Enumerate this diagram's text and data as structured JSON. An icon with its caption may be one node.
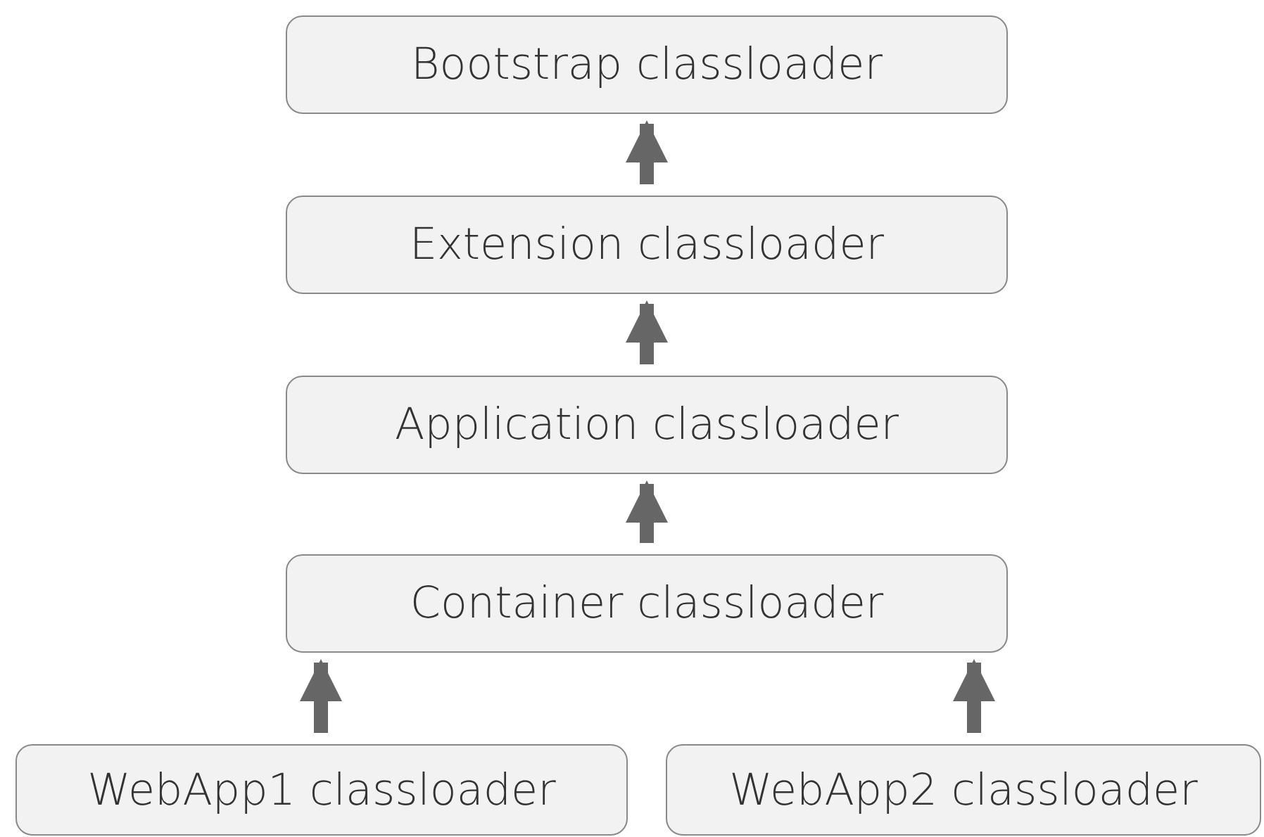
{
  "diagram": {
    "nodes": [
      {
        "text": [
          "Bootstrap classloader"
        ]
      },
      {
        "text": [
          "Extension classloader"
        ]
      },
      {
        "text": [
          "Application classloader"
        ]
      },
      {
        "text": [
          "Container classloader"
        ]
      },
      {
        "text": [
          "WebApp1 classloader"
        ]
      },
      {
        "text": [
          "WebApp2 classloader"
        ]
      }
    ],
    "edges": [
      {
        "from": 1,
        "to": 0,
        "arrow": "to"
      },
      {
        "from": 2,
        "to": 1,
        "arrow": "to"
      },
      {
        "from": 3,
        "to": 2,
        "arrow": "to"
      },
      {
        "from": 4,
        "to": 3,
        "arrow": "to"
      },
      {
        "from": 5,
        "to": 3,
        "arrow": "to"
      }
    ]
  }
}
